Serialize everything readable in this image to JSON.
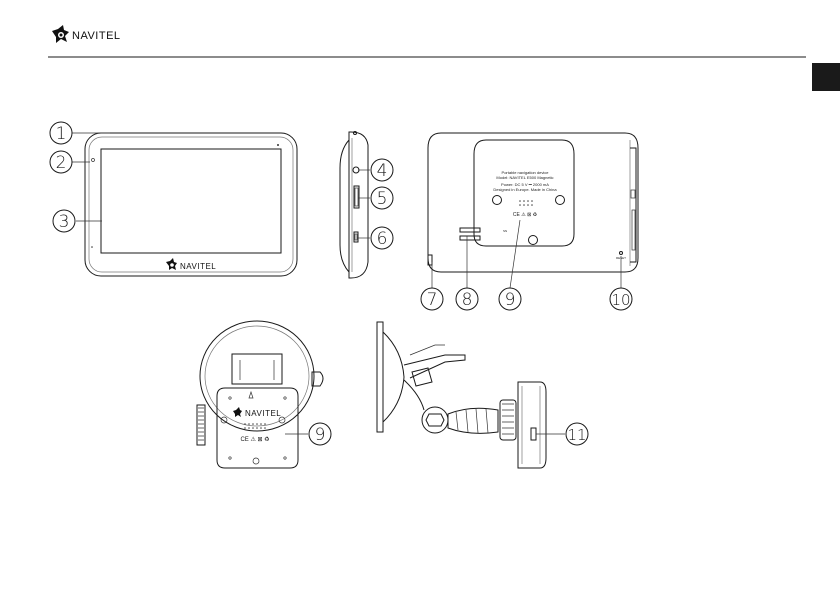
{
  "header": {
    "brand_name": "NAVITEL",
    "brand_logo": "navitel-logo-icon",
    "lang_tab_color": "#1a1a1a"
  },
  "device_front": {
    "brand_name": "NAVITEL"
  },
  "device_back": {
    "label_line_1": "Portable navigation device",
    "label_line_2": "Model: NAVITEL E500 Magnetic",
    "label_line_3": "Power: DC 5 V ⎓ 2000 mA",
    "label_line_4": "Designed in Europe. Made in China",
    "marks": "CE ⚠ ⊠ ♻"
  },
  "mount_back": {
    "brand_name": "NAVITEL",
    "marks": "CE ⚠ ⊠ ♻"
  },
  "callouts": [
    "1",
    "2",
    "3",
    "4",
    "5",
    "6",
    "7",
    "8",
    "9",
    "10",
    "9",
    "11"
  ]
}
